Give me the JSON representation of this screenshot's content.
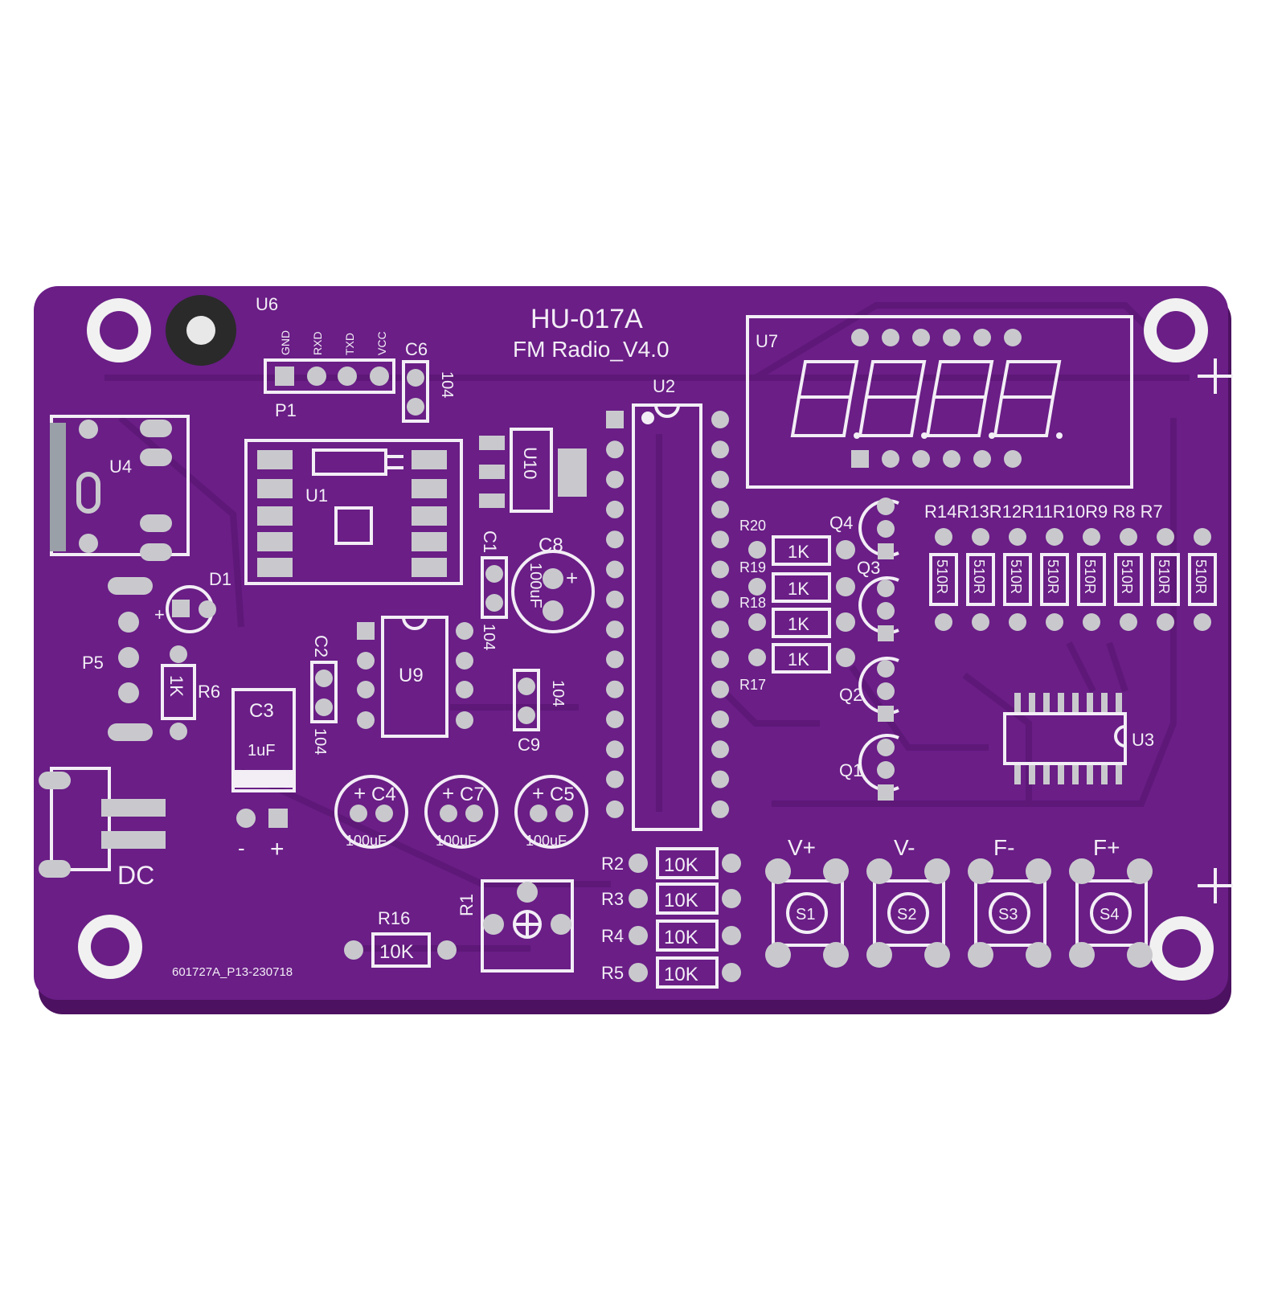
{
  "colors": {
    "board": "#6a1e86",
    "board_edge": "#5a1573",
    "trace": "#5e1878",
    "silkscreen": "#f3eef6",
    "pad": "#c9c9cd",
    "background": "#ffffff"
  },
  "board": {
    "title": "HU-017A",
    "subtitle": "FM Radio_V4.0",
    "serial": "601727A_P13-230718"
  },
  "header_pins": {
    "ref": "P1",
    "pins": [
      "GND",
      "RXD",
      "TXD",
      "VCC"
    ]
  },
  "labels": {
    "u1": "U1",
    "u2": "U2",
    "u3": "U3",
    "u4": "U4",
    "u6": "U6",
    "u7": "U7",
    "u9": "U9",
    "u10": "U10",
    "c1": "C1",
    "c2": "C2",
    "c3": "C3",
    "c4": "C4",
    "c5": "C5",
    "c6": "C6",
    "c7": "C7",
    "c8": "C8",
    "c9": "C9",
    "d1": "D1",
    "p5": "P5",
    "dc": "DC",
    "r1": "R1",
    "r6": "R6",
    "r16": "R16",
    "q1": "Q1",
    "q2": "Q2",
    "q3": "Q3",
    "q4": "Q4",
    "cap_value_104": "104",
    "cap_value_1uf": "1uF",
    "cap_value_100uf": "100uF",
    "r6_value": "1K",
    "r16_value": "10K",
    "minus": "-",
    "plus": "+"
  },
  "resistors_1k": [
    {
      "ref": "R20",
      "value": "1K"
    },
    {
      "ref": "R19",
      "value": "1K"
    },
    {
      "ref": "R18",
      "value": "1K"
    },
    {
      "ref": "R17",
      "value": "1K"
    }
  ],
  "resistors_10k": [
    {
      "ref": "R2",
      "value": "10K"
    },
    {
      "ref": "R3",
      "value": "10K"
    },
    {
      "ref": "R4",
      "value": "10K"
    },
    {
      "ref": "R5",
      "value": "10K"
    }
  ],
  "resistors_510": {
    "header_text": "R14R13R12R11R10R9 R8 R7",
    "value": "510R",
    "refs": [
      "R14",
      "R13",
      "R12",
      "R11",
      "R10",
      "R9",
      "R8",
      "R7"
    ]
  },
  "buttons": [
    {
      "ref": "S1",
      "label": "V+"
    },
    {
      "ref": "S2",
      "label": "V-"
    },
    {
      "ref": "S3",
      "label": "F-"
    },
    {
      "ref": "S4",
      "label": "F+"
    }
  ]
}
